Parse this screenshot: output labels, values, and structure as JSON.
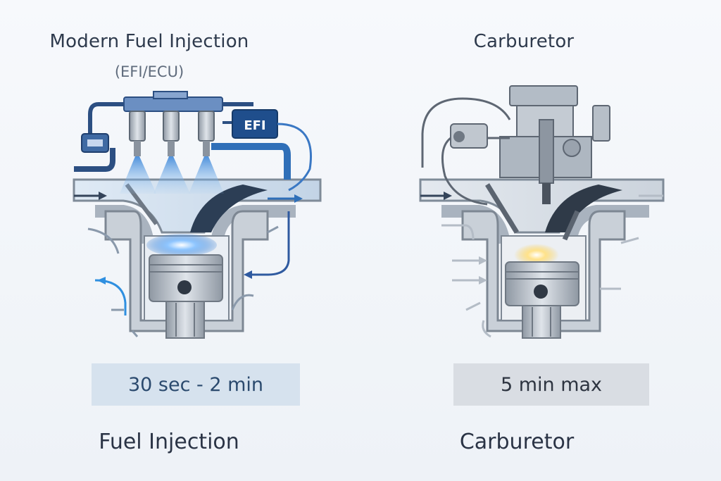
{
  "efi": {
    "title": "Modern Fuel Injection",
    "subtitle": "(EFI/ECU)",
    "module_label": "EFI",
    "time": "30 sec - 2 min",
    "caption": "Fuel Injection"
  },
  "carb": {
    "title": "Carburetor",
    "time": "5 min max",
    "caption": "Carburetor"
  },
  "colors": {
    "efi_blue": "#2f6fb8",
    "module_navy": "#1f4e8c",
    "metal": "#9aa3ae",
    "ignition": "#f5d26a"
  }
}
